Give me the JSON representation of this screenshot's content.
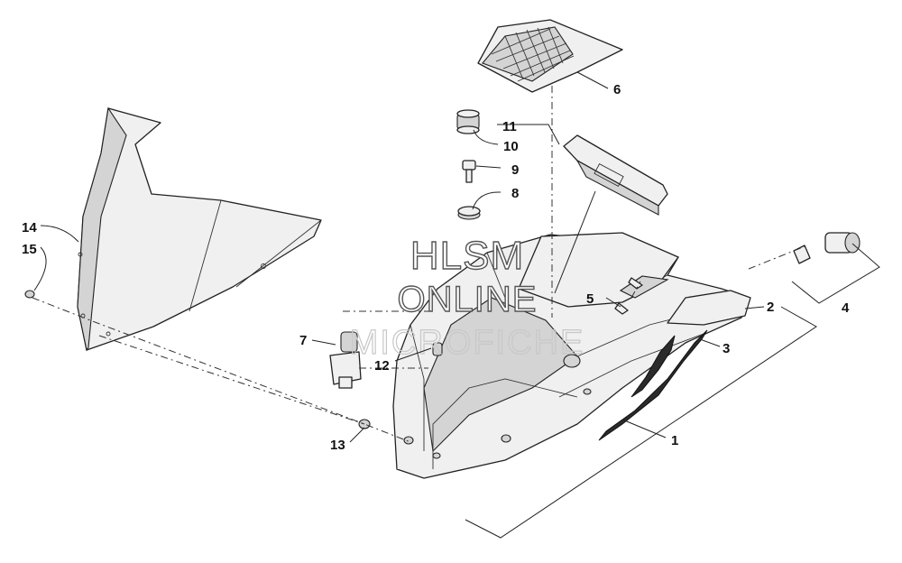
{
  "watermark": {
    "line1": "HLSM",
    "line2": "ONLINE",
    "line3": "MICROFICHE"
  },
  "callouts": [
    {
      "id": "c1",
      "label": "1"
    },
    {
      "id": "c2",
      "label": "2"
    },
    {
      "id": "c3",
      "label": "3"
    },
    {
      "id": "c4",
      "label": "4"
    },
    {
      "id": "c5",
      "label": "5"
    },
    {
      "id": "c6",
      "label": "6"
    },
    {
      "id": "c7",
      "label": "7"
    },
    {
      "id": "c8",
      "label": "8"
    },
    {
      "id": "c9",
      "label": "9"
    },
    {
      "id": "c10",
      "label": "10"
    },
    {
      "id": "c11",
      "label": "11"
    },
    {
      "id": "c12",
      "label": "12"
    },
    {
      "id": "c13",
      "label": "13"
    },
    {
      "id": "c14",
      "label": "14"
    },
    {
      "id": "c15",
      "label": "15"
    }
  ],
  "colors": {
    "line": "#222222",
    "decal": "#2b2b2b",
    "background": "#ffffff"
  }
}
